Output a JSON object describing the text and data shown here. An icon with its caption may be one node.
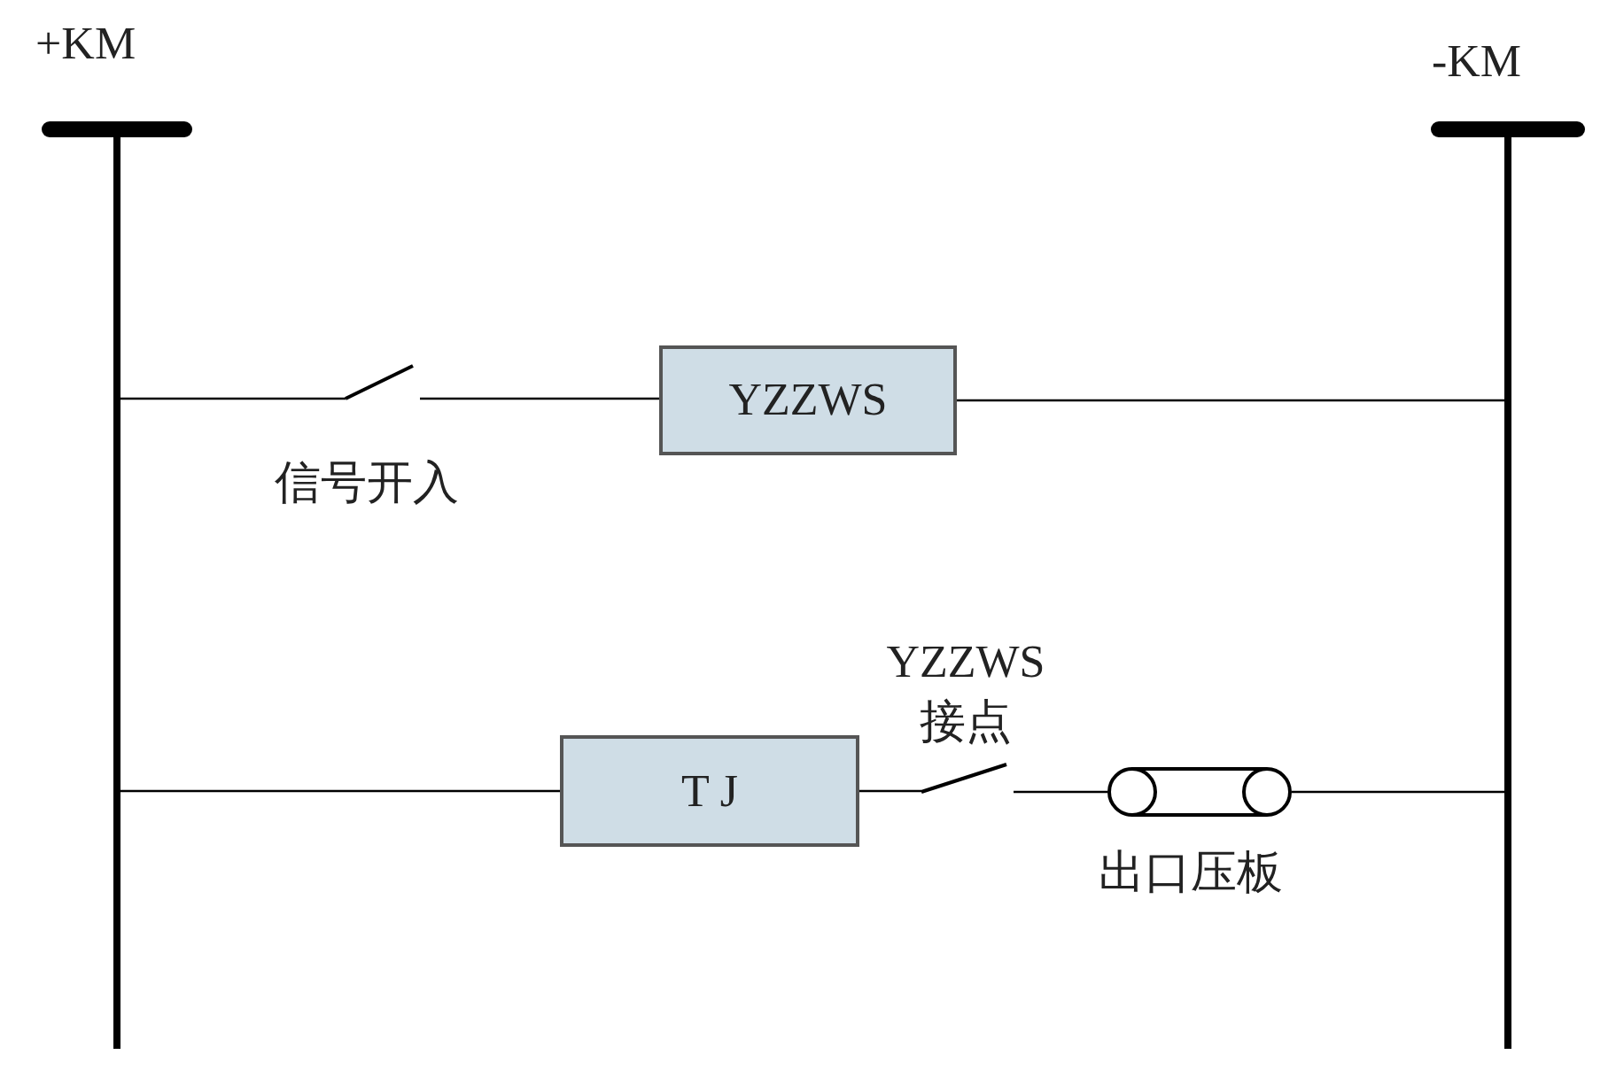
{
  "diagram": {
    "nodes": [
      {
        "text": [
          "+KM"
        ]
      },
      {
        "text": [
          "-KM"
        ]
      },
      {
        "text": [],
        "shape": "switch",
        "beside": [
          "信号开入"
        ]
      },
      {
        "text": [
          "YZZWS"
        ]
      },
      {
        "text": [
          "T J"
        ]
      },
      {
        "text": [],
        "shape": "switch",
        "beside": [
          "YZZWS 接点"
        ]
      },
      {
        "text": [],
        "shape": "plate",
        "beside": [
          "出口压板"
        ]
      }
    ],
    "edges": [
      {
        "from": 0,
        "to": 2,
        "arrow": "none"
      },
      {
        "from": 2,
        "to": 3,
        "arrow": "none"
      },
      {
        "from": 3,
        "to": 1,
        "arrow": "none"
      },
      {
        "from": 0,
        "to": 4,
        "arrow": "none"
      },
      {
        "from": 4,
        "to": 5,
        "arrow": "none"
      },
      {
        "from": 5,
        "to": 6,
        "arrow": "none"
      },
      {
        "from": 6,
        "to": 1,
        "arrow": "none"
      }
    ]
  }
}
